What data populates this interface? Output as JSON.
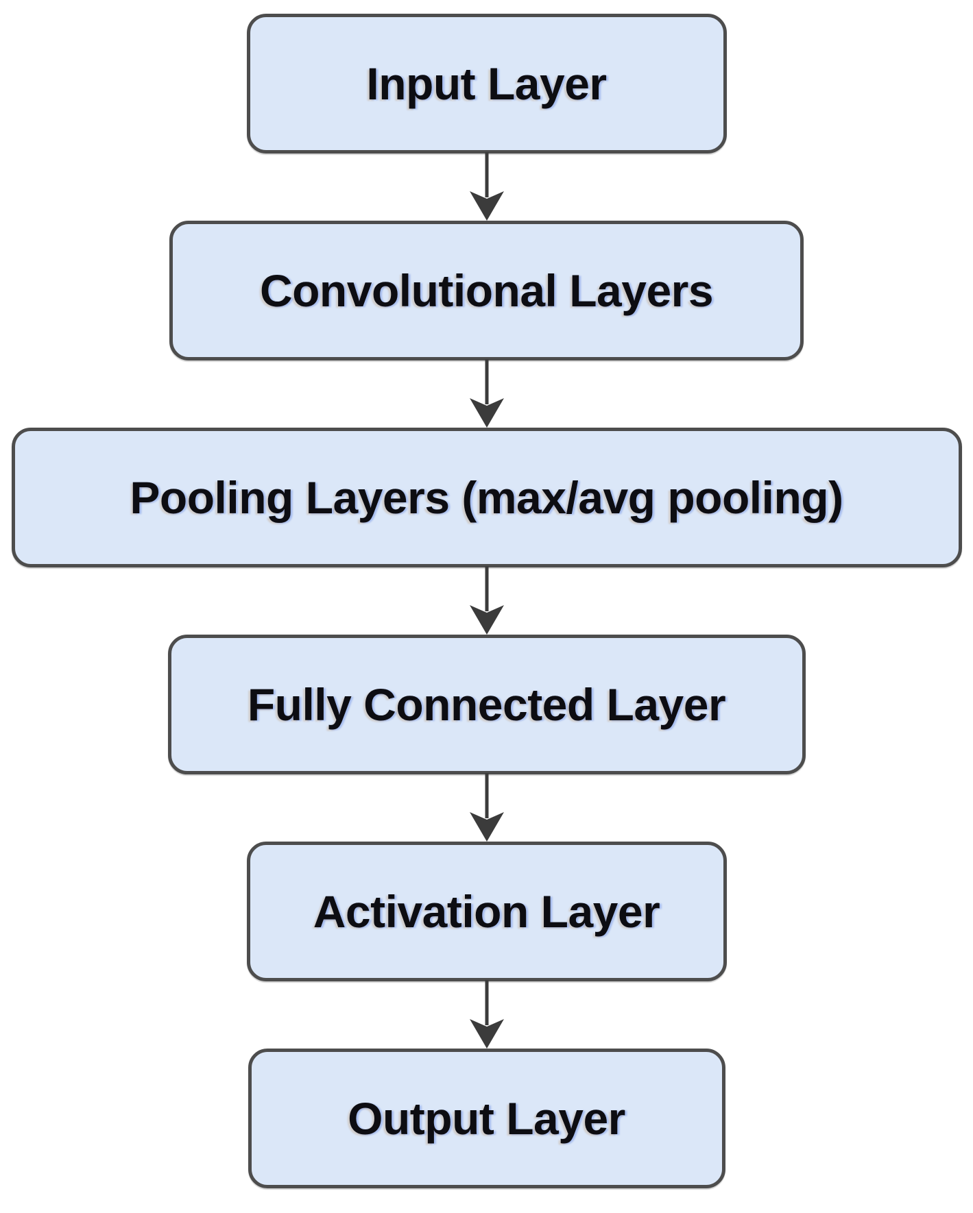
{
  "diagram": {
    "type": "flowchart",
    "direction": "top-to-bottom",
    "nodes": [
      {
        "id": "input-layer",
        "label": "Input Layer"
      },
      {
        "id": "convolutional-layers",
        "label": "Convolutional Layers"
      },
      {
        "id": "pooling-layers",
        "label": "Pooling Layers (max/avg pooling)"
      },
      {
        "id": "fully-connected-layer",
        "label": "Fully Connected Layer"
      },
      {
        "id": "activation-layer",
        "label": "Activation Layer"
      },
      {
        "id": "output-layer",
        "label": "Output Layer"
      }
    ],
    "edges": [
      {
        "from": "input-layer",
        "to": "convolutional-layers"
      },
      {
        "from": "convolutional-layers",
        "to": "pooling-layers"
      },
      {
        "from": "pooling-layers",
        "to": "fully-connected-layer"
      },
      {
        "from": "fully-connected-layer",
        "to": "activation-layer"
      },
      {
        "from": "activation-layer",
        "to": "output-layer"
      }
    ],
    "colors": {
      "background": "#ffffff",
      "node_fill": "#dbe7f8",
      "node_border": "#4d4d4d",
      "arrow": "#3b3b3b",
      "text": "#0d0d12"
    }
  }
}
